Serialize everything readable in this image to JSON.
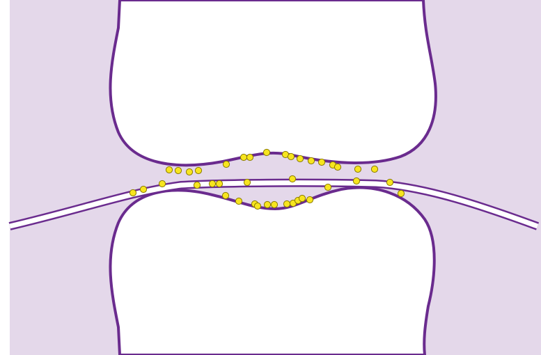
{
  "diagram": {
    "colors": {
      "background": "#ffffff",
      "tissue_fill": "#e4d8ea",
      "outline": "#6a2b8e",
      "particle_fill": "#f7e51f",
      "particle_stroke": "#8a7a00"
    },
    "elements": [
      "upper-white-lobe",
      "lower-white-lobe",
      "central-double-line",
      "yellow-particles"
    ]
  }
}
